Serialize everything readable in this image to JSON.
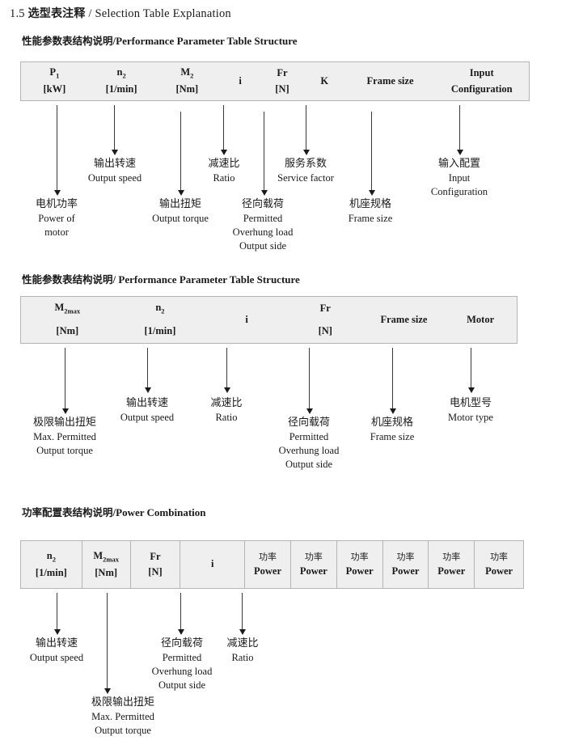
{
  "document": {
    "title_number": "1.5",
    "title_cn": "选型表注释",
    "title_sep": "/",
    "title_en": "Selection Table Explanation"
  },
  "sections": [
    {
      "heading_cn": "性能参数表结构说明",
      "heading_sep": "/",
      "heading_en": "Performance Parameter Table Structure",
      "table": {
        "columns": [
          {
            "symbol": "P",
            "sub": "1",
            "unit": "[kW]"
          },
          {
            "symbol": "n",
            "sub": "2",
            "unit": "[1/min]"
          },
          {
            "symbol": "M",
            "sub": "2",
            "unit": "[Nm]"
          },
          {
            "symbol": "i",
            "sub": "",
            "unit": ""
          },
          {
            "symbol": "Fr",
            "sub": "",
            "unit": "[N]"
          },
          {
            "symbol": "K",
            "sub": "",
            "unit": ""
          },
          {
            "symbol": "Frame size",
            "sub": "",
            "unit": ""
          },
          {
            "symbol": "Input",
            "sub": "",
            "unit": "Configuration"
          }
        ]
      },
      "callouts": [
        {
          "cn": "电机功率",
          "en": [
            "Power of",
            "motor"
          ]
        },
        {
          "cn": "输出转速",
          "en": [
            "Output speed"
          ]
        },
        {
          "cn": "输出扭矩",
          "en": [
            "Output torque"
          ]
        },
        {
          "cn": "减速比",
          "en": [
            "Ratio"
          ]
        },
        {
          "cn": "径向载荷",
          "en": [
            "Permitted",
            "Overhung load",
            "Output side"
          ]
        },
        {
          "cn": "服务系数",
          "en": [
            "Service factor"
          ]
        },
        {
          "cn": "机座规格",
          "en": [
            "Frame size"
          ]
        },
        {
          "cn": "输入配置",
          "en": [
            "Input",
            "Configuration"
          ]
        }
      ]
    },
    {
      "heading_cn": "性能参数表结构说明",
      "heading_sep": "/",
      "heading_en": "Performance Parameter Table Structure",
      "table": {
        "columns": [
          {
            "symbol": "M",
            "sub": "2max",
            "unit": "[Nm]"
          },
          {
            "symbol": "n",
            "sub": "2",
            "unit": "[1/min]"
          },
          {
            "symbol": "i",
            "sub": "",
            "unit": ""
          },
          {
            "symbol": "Fr",
            "sub": "",
            "unit": "[N]"
          },
          {
            "symbol": "Frame size",
            "sub": "",
            "unit": ""
          },
          {
            "symbol": "Motor",
            "sub": "",
            "unit": ""
          }
        ]
      },
      "callouts": [
        {
          "cn": "极限输出扭矩",
          "en": [
            "Max. Permitted",
            "Output  torque"
          ]
        },
        {
          "cn": "输出转速",
          "en": [
            "Output speed"
          ]
        },
        {
          "cn": "减速比",
          "en": [
            "Ratio"
          ]
        },
        {
          "cn": "径向载荷",
          "en": [
            "Permitted",
            "Overhung load",
            "Output side"
          ]
        },
        {
          "cn": "机座规格",
          "en": [
            "Frame size"
          ]
        },
        {
          "cn": "电机型号",
          "en": [
            "Motor type"
          ]
        }
      ]
    },
    {
      "heading_cn": "功率配置表结构说明",
      "heading_sep": "/",
      "heading_en": "Power Combination",
      "table": {
        "columns": [
          {
            "symbol": "n",
            "sub": "2",
            "unit": "[1/min]"
          },
          {
            "symbol": "M",
            "sub": "2max",
            "unit": "[Nm]"
          },
          {
            "symbol": "Fr",
            "sub": "",
            "unit": "[N]"
          },
          {
            "symbol": "i",
            "sub": "",
            "unit": ""
          },
          {
            "cn": "功率",
            "symbol": "",
            "sub": "",
            "unit": "Power"
          },
          {
            "cn": "功率",
            "symbol": "",
            "sub": "",
            "unit": "Power"
          },
          {
            "cn": "功率",
            "symbol": "",
            "sub": "",
            "unit": "Power"
          },
          {
            "cn": "功率",
            "symbol": "",
            "sub": "",
            "unit": "Power"
          },
          {
            "cn": "功率",
            "symbol": "",
            "sub": "",
            "unit": "Power"
          },
          {
            "cn": "功率",
            "symbol": "",
            "sub": "",
            "unit": "Power"
          }
        ]
      },
      "callouts": [
        {
          "cn": "输出转速",
          "en": [
            "Output speed"
          ]
        },
        {
          "cn": "极限输出扭矩",
          "en": [
            "Max. Permitted",
            "Output  torque"
          ]
        },
        {
          "cn": "径向载荷",
          "en": [
            "Permitted",
            "Overhung load",
            "Output side"
          ]
        },
        {
          "cn": "减速比",
          "en": [
            "Ratio"
          ]
        }
      ]
    }
  ],
  "colors": {
    "table_fill": "#efefef",
    "table_border": "#b4b4b4",
    "arrow": "#1a1a1a",
    "text": "#1a1a1a"
  }
}
